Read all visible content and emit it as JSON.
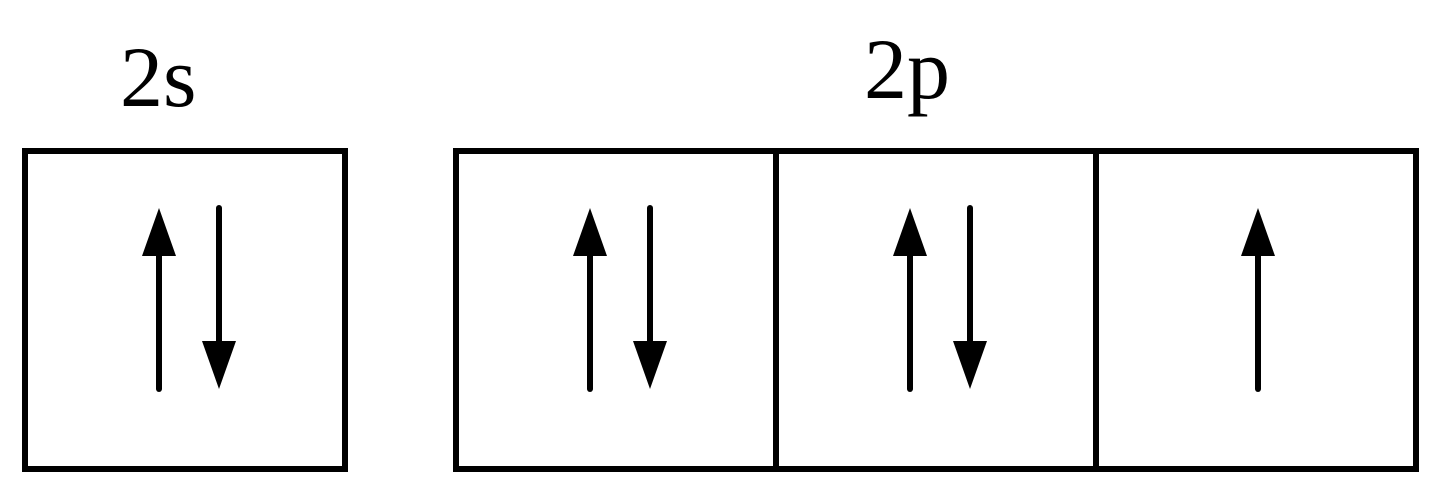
{
  "subshells": [
    {
      "label": "2s",
      "orbitals": [
        {
          "electrons": [
            "up",
            "down"
          ]
        }
      ]
    },
    {
      "label": "2p",
      "orbitals": [
        {
          "electrons": [
            "up",
            "down"
          ]
        },
        {
          "electrons": [
            "up",
            "down"
          ]
        },
        {
          "electrons": [
            "up"
          ]
        }
      ]
    }
  ],
  "colors": {
    "line": "#000000",
    "background": "#ffffff"
  }
}
